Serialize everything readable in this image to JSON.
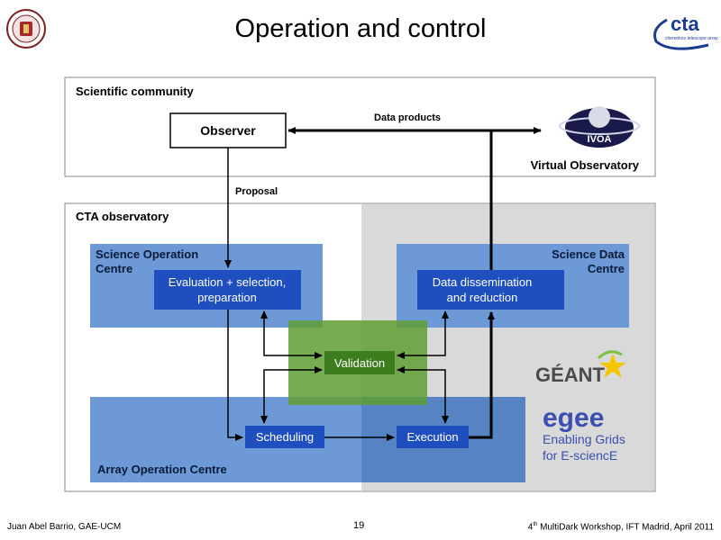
{
  "slide": {
    "title": "Operation and control",
    "footer_left": "Juan Abel Barrio, GAE-UCM",
    "page_number": "19",
    "footer_right_sup": "th",
    "footer_right_num": "4",
    "footer_right_text": " MultiDark Workshop, IFT Madrid, April 2011"
  },
  "logos": {
    "university_seal": "university-seal",
    "cta_logo_text": "cta",
    "cta_logo_sub": "cherenkov telescope array",
    "ivoa_text": "IVOA",
    "geant_text": "GÉANT",
    "egee_text": "egee",
    "egee_line1": "Enabling Grids",
    "egee_line2": "for E-sciencE"
  },
  "diagram": {
    "scientific_community": "Scientific community",
    "observer": "Observer",
    "data_products": "Data products",
    "virtual_observatory": "Virtual Observatory",
    "proposal": "Proposal",
    "cta_observatory": "CTA observatory",
    "soc_line1": "Science Operation",
    "soc_line2": "Centre",
    "eval_line1": "Evaluation + selection,",
    "eval_line2": "preparation",
    "sdc_line1": "Science Data",
    "sdc_line2": "Centre",
    "dissem_line1": "Data dissemination",
    "dissem_line2": "and reduction",
    "validation": "Validation",
    "scheduling": "Scheduling",
    "execution": "Execution",
    "aoc": "Array Operation Centre"
  },
  "colors": {
    "light_blue_panel": "#6d9ad6",
    "dark_blue_box": "#1f4fbf",
    "green_panel": "#5f9e35",
    "gray_panel": "#d9d9d9",
    "cta_blue": "#1b3d8f"
  }
}
